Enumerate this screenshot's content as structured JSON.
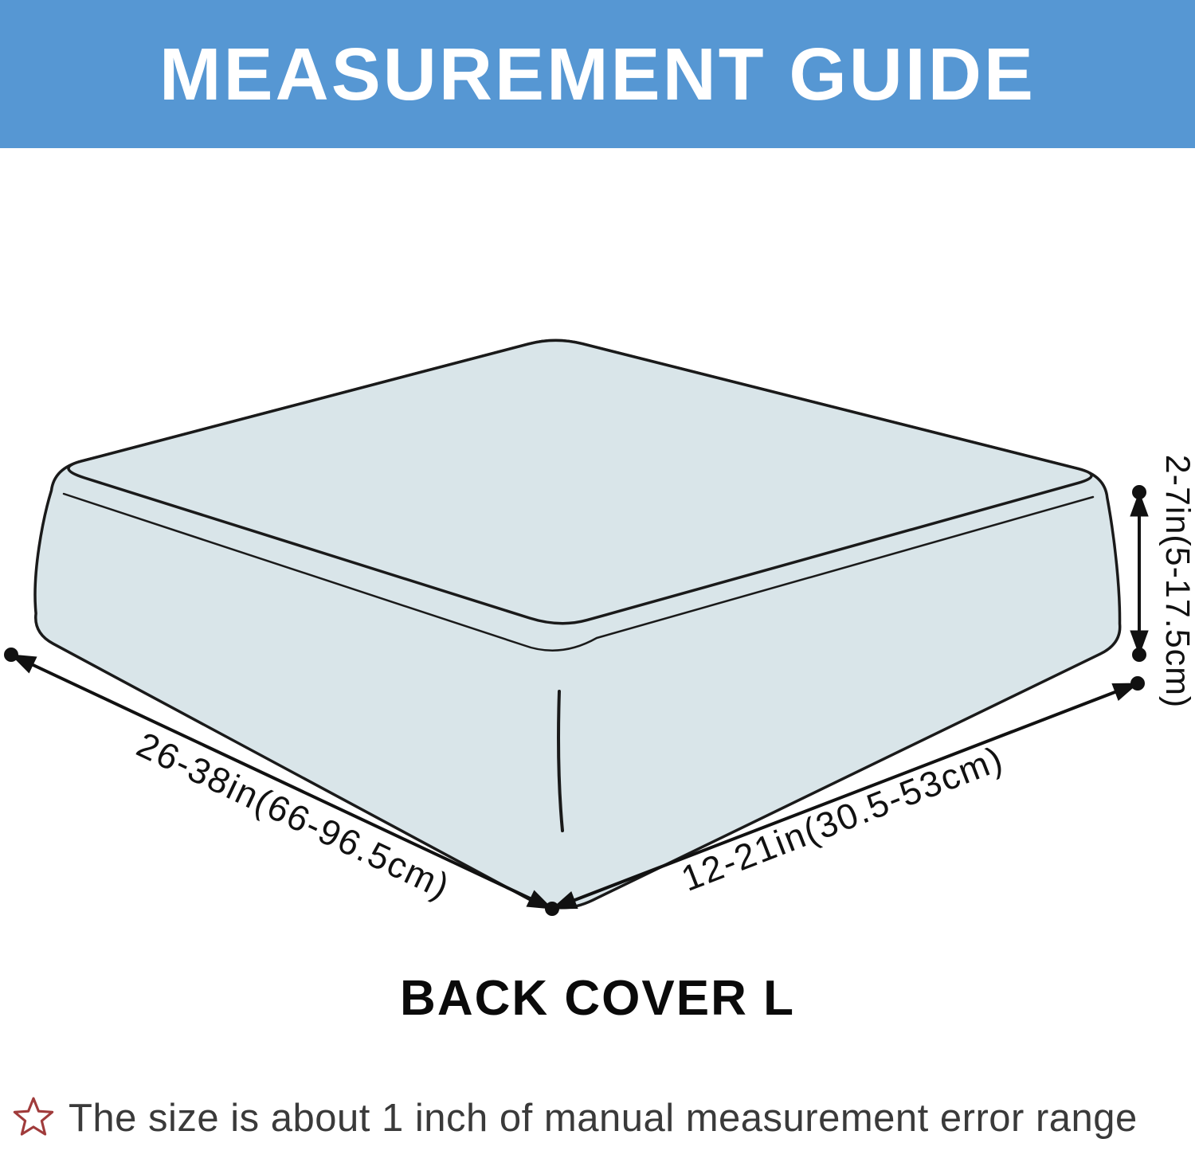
{
  "header": {
    "title": "MEASUREMENT GUIDE",
    "bg_color": "#5697d3",
    "text_color": "#ffffff"
  },
  "diagram": {
    "cushion_fill": "#d9e5e9",
    "outline_color": "#1a1a1a",
    "labels": {
      "width": "26-38in(66-96.5cm)",
      "depth": "12-21in(30.5-53cm)",
      "height": "2-7in(5-17.5cm)"
    }
  },
  "product": {
    "label": "BACK COVER L"
  },
  "footnote": {
    "icon": "star-outline",
    "icon_color": "#a03b3b",
    "text": "The size is about 1 inch of manual measurement error range"
  }
}
